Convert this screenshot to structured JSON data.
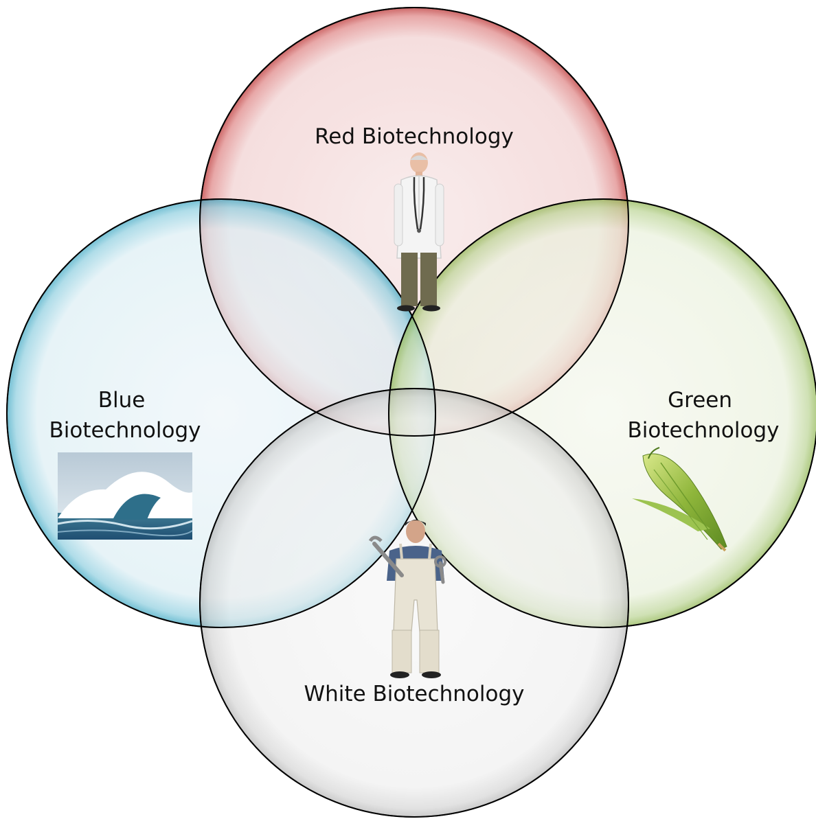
{
  "diagram": {
    "type": "venn",
    "sets": [
      {
        "id": "red",
        "label": "Red Biotechnology",
        "color": "#c0504d",
        "tint": "#f3c9c9",
        "icon": "doctor-icon"
      },
      {
        "id": "blue",
        "label_lines": [
          "Blue",
          "Biotechnology"
        ],
        "color": "#4bacc6",
        "tint": "#cfe8f0",
        "icon": "wave-icon"
      },
      {
        "id": "green",
        "label_lines": [
          "Green",
          "Biotechnology"
        ],
        "color": "#9bbb59",
        "tint": "#e2edcf",
        "icon": "corn-icon"
      },
      {
        "id": "white",
        "label": "White Biotechnology",
        "color": "#8c8c8c",
        "tint": "#f2f2f2",
        "icon": "worker-icon"
      }
    ]
  }
}
